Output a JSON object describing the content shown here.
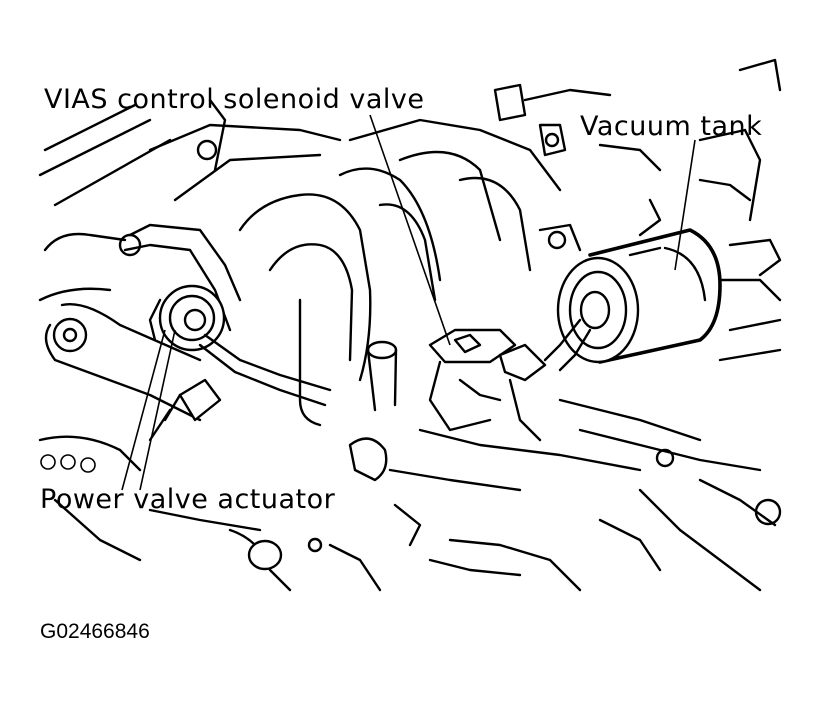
{
  "diagram": {
    "labels": {
      "vias_solenoid": "VIAS control solenoid valve",
      "vacuum_tank": "Vacuum tank",
      "power_valve": "Power valve actuator"
    },
    "figure_id": "G02466846"
  }
}
